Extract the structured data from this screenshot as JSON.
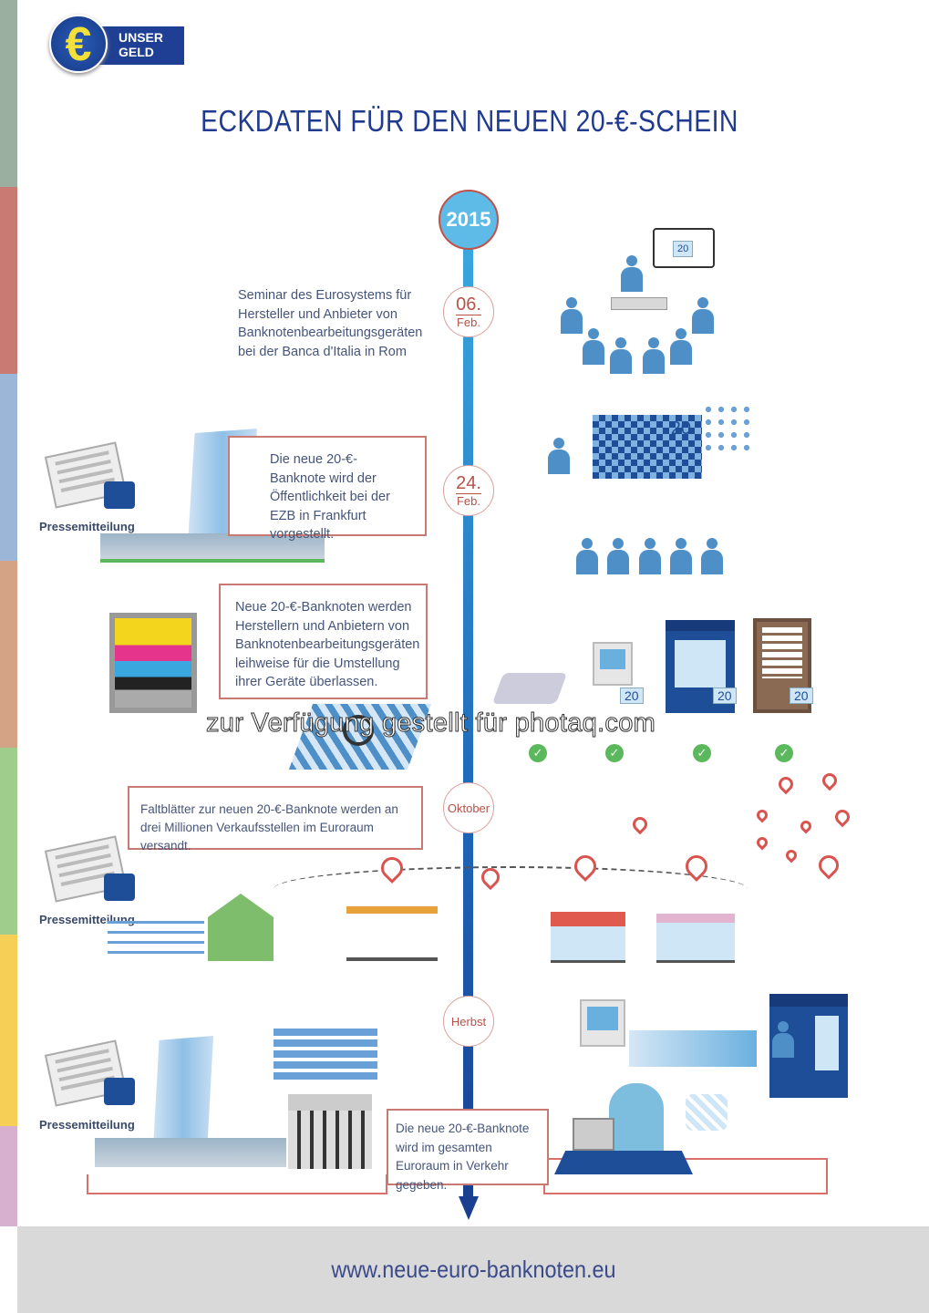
{
  "logo": {
    "line1": "UNSER",
    "line2": "GELD",
    "symbol": "€"
  },
  "title": "ECKDATEN FÜR DEN NEUEN 20-€-SCHEIN",
  "timeline": {
    "year": "2015",
    "markers": [
      {
        "day": "06.",
        "month": "Feb."
      },
      {
        "day": "24.",
        "month": "Feb."
      },
      {
        "label": "Oktober"
      },
      {
        "label": "Herbst"
      }
    ]
  },
  "events": {
    "seminar": "Seminar des Eurosystems für Hersteller und Anbieter von Banknotenbearbeitungsgeräten bei der Banca d'Italia in Rom",
    "presentation": "Die neue 20-€-Banknote wird der Öffentlichkeit bei der EZB in Frankfurt vorgestellt.",
    "loan": "Neue 20-€-Banknoten werden Herstellern und Anbietern von Banknotenbearbeitungsgeräten leihweise für die Umstellung ihrer Geräte überlassen.",
    "leaflets": "Faltblätter zur neuen 20-€-Banknote werden an drei Millionen Verkaufsstellen im Euroraum versandt.",
    "circulation": "Die neue 20-€-Banknote wird im gesamten Euroraum in Verkehr gegeben."
  },
  "press_label": "Pressemitteilung",
  "note_value": "20",
  "watermark": "zur Verfügung gestellt für photaq.com",
  "footer_url": "www.neue-euro-banknoten.eu",
  "colors": {
    "title": "#1f3a8f",
    "timeline": "#2a8fd6",
    "accent": "#c97a72",
    "stripes": [
      "#9aafa0",
      "#c97a72",
      "#9bb6d6",
      "#d4a385",
      "#9fce8c",
      "#f6cf57",
      "#d7b0cf"
    ]
  }
}
